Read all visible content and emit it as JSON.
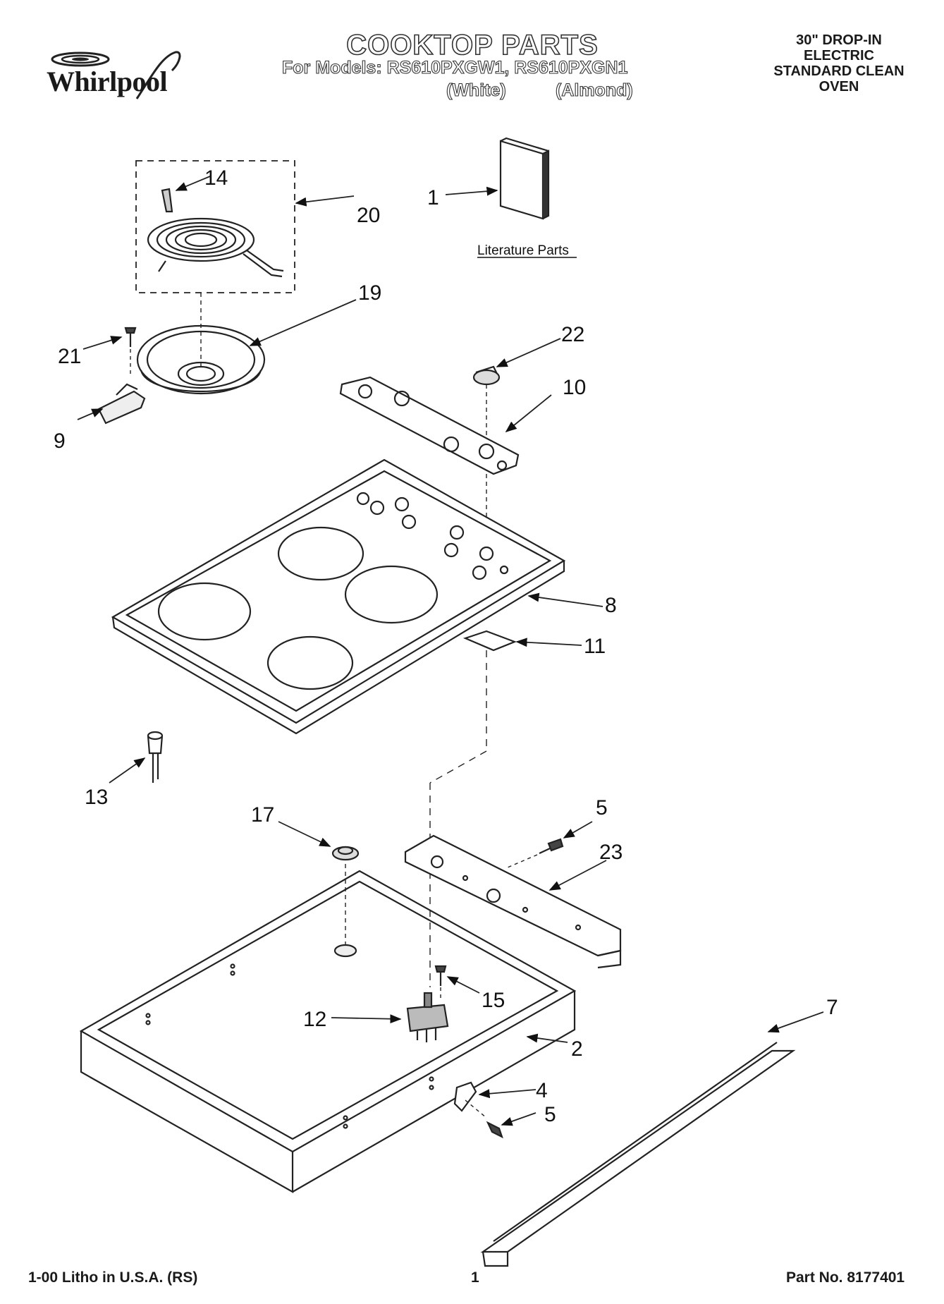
{
  "header": {
    "brand": "Whirlpool",
    "title": "COOKTOP PARTS",
    "models_line": "For Models: RS610PXGW1, RS610PXGN1",
    "variant_white": "(White)",
    "variant_almond": "(Almond)",
    "product_lines": [
      "30\" DROP-IN",
      "ELECTRIC",
      "STANDARD CLEAN",
      "OVEN"
    ]
  },
  "literature_label": "Literature Parts",
  "callouts": {
    "c1": "1",
    "c2": "2",
    "c4": "4",
    "c5a": "5",
    "c5b": "5",
    "c7": "7",
    "c8": "8",
    "c9": "9",
    "c10": "10",
    "c11": "11",
    "c12": "12",
    "c13": "13",
    "c14": "14",
    "c15": "15",
    "c17": "17",
    "c19": "19",
    "c20": "20",
    "c21": "21",
    "c22": "22",
    "c23": "23"
  },
  "footer": {
    "litho": "1-00 Litho in U.S.A. (RS)",
    "page_number": "1",
    "part_no": "Part No. 8177401"
  }
}
